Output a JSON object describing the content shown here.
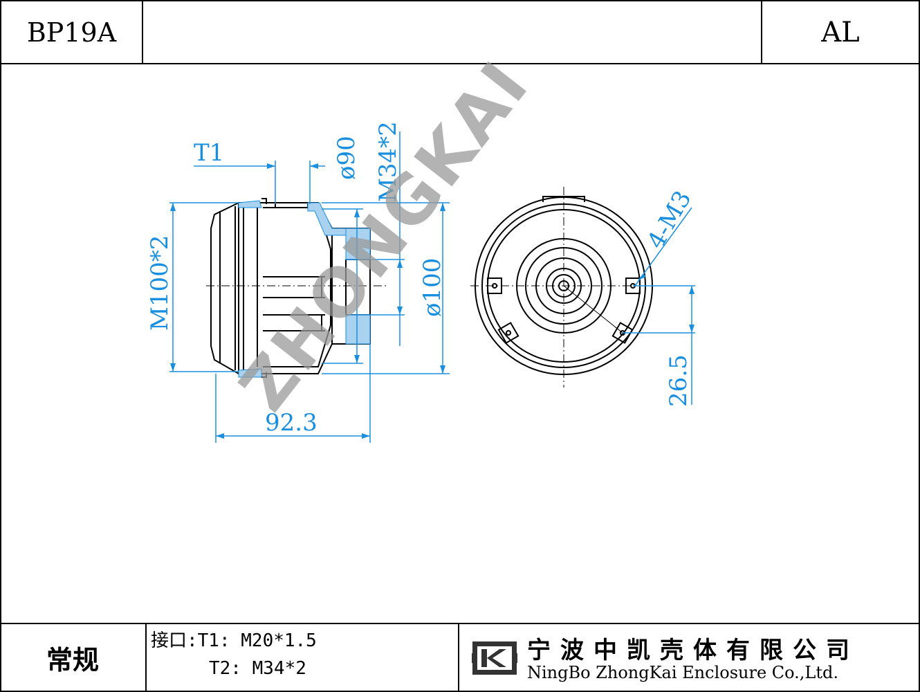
{
  "header": {
    "model": "BP19A",
    "material": "AL"
  },
  "dimensions": {
    "t1": "T1",
    "d90": "ø90",
    "m34": "M34*2",
    "m100": "M100*2",
    "d100": "ø100",
    "len": "92.3",
    "holes": "4-M3",
    "offset": "26.5"
  },
  "watermark": "ZHONGKAI",
  "footer": {
    "type": "常规",
    "ports_line1": "接口:T1: M20*1.5",
    "ports_line2": "T2: M34*2",
    "company_cn": "宁波中凯壳体有限公司",
    "company_en": "NingBo ZhongKai Enclosure Co.,Ltd."
  },
  "colors": {
    "dimension": "#1a8fe0",
    "line": "#000000",
    "watermark": "#9a9a9a"
  }
}
